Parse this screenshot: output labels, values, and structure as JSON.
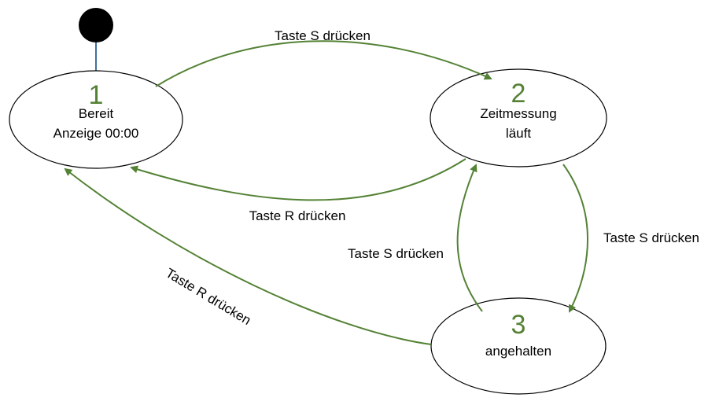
{
  "colors": {
    "transition": "#548235",
    "initial_arrow": "#41719C",
    "state_number": "#548235",
    "outline": "#000000",
    "text": "#000000"
  },
  "states": [
    {
      "number": "1",
      "line1": "Bereit",
      "line2": "Anzeige 00:00"
    },
    {
      "number": "2",
      "line1": "Zeitmessung",
      "line2": "läuft"
    },
    {
      "number": "3",
      "line1": "angehalten"
    }
  ],
  "transitions": [
    {
      "from": "1",
      "to": "2",
      "label": "Taste S drücken"
    },
    {
      "from": "2",
      "to": "1",
      "label": "Taste R drücken"
    },
    {
      "from": "2",
      "to": "3",
      "label": "Taste S drücken"
    },
    {
      "from": "3",
      "to": "2",
      "label": "Taste S drücken"
    },
    {
      "from": "3",
      "to": "1",
      "label": "Taste R drücken"
    }
  ]
}
